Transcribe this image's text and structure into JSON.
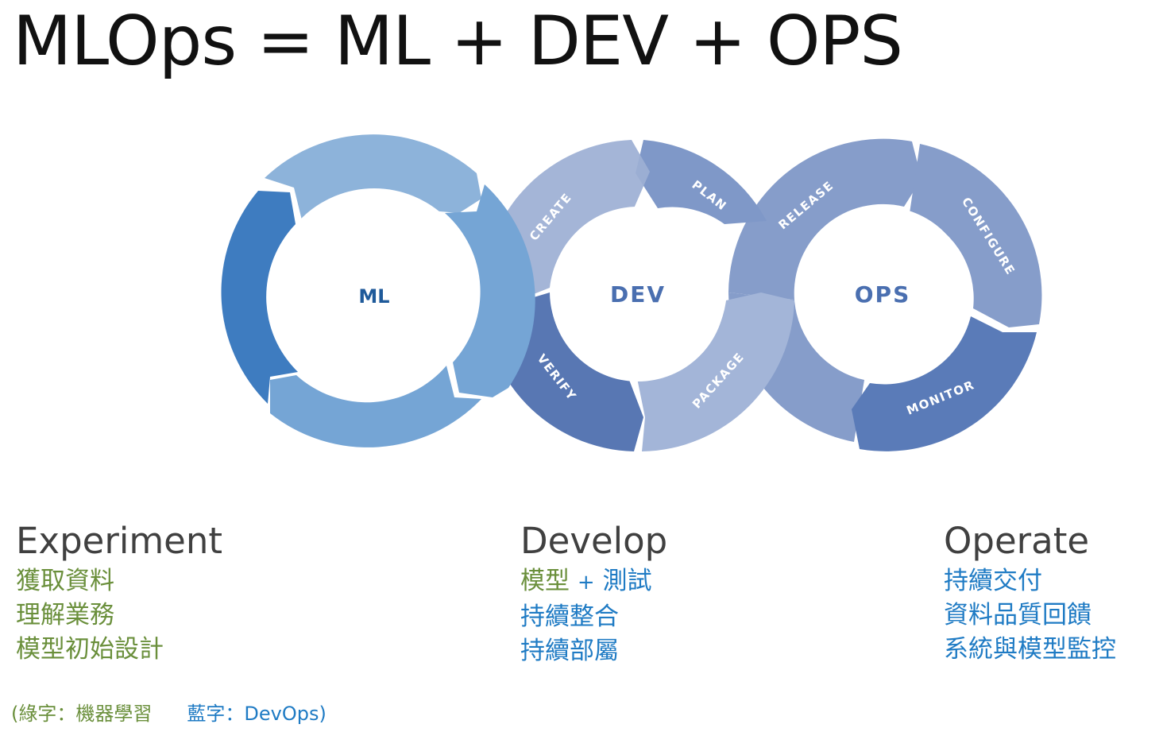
{
  "title": "MLOps = ML + DEV + OPS",
  "diagram": {
    "ml_label": "ML",
    "dev_label": "DEV",
    "ops_label": "OPS",
    "dev_segments": {
      "create": "CREATE",
      "plan": "PLAN",
      "verify": "VERIFY",
      "package": "PACKAGE"
    },
    "ops_segments": {
      "release": "RELEASE",
      "configure": "CONFIGURE",
      "monitor": "MONITOR"
    },
    "colors": {
      "ml_dark": "#3e7cc0",
      "ml_mid": "#75a5d5",
      "ml_light": "#8db3da",
      "dev_create": "#9dafd4",
      "dev_plan": "#7f98c8",
      "dev_verify": "#5877b3",
      "dev_package": "#a3b5d8",
      "ops_main": "#869dca",
      "ops_monitor": "#5a7bb8",
      "ml_text": "#1f5a9a",
      "dev_text": "#4a6fb0"
    }
  },
  "columns": {
    "experiment": {
      "heading": "Experiment",
      "items": [
        "獲取資料",
        "理解業務",
        "模型初始設計"
      ]
    },
    "develop": {
      "heading": "Develop",
      "item1_a": "模型",
      "item1_plus": "+",
      "item1_b": "測試",
      "item2": "持續整合",
      "item3": "持續部屬"
    },
    "operate": {
      "heading": "Operate",
      "items": [
        "持續交付",
        "資料品質回饋",
        "系統與模型監控"
      ]
    }
  },
  "note": {
    "green_part": "(綠字：機器學習",
    "blue_part": "藍字：DevOps)"
  }
}
